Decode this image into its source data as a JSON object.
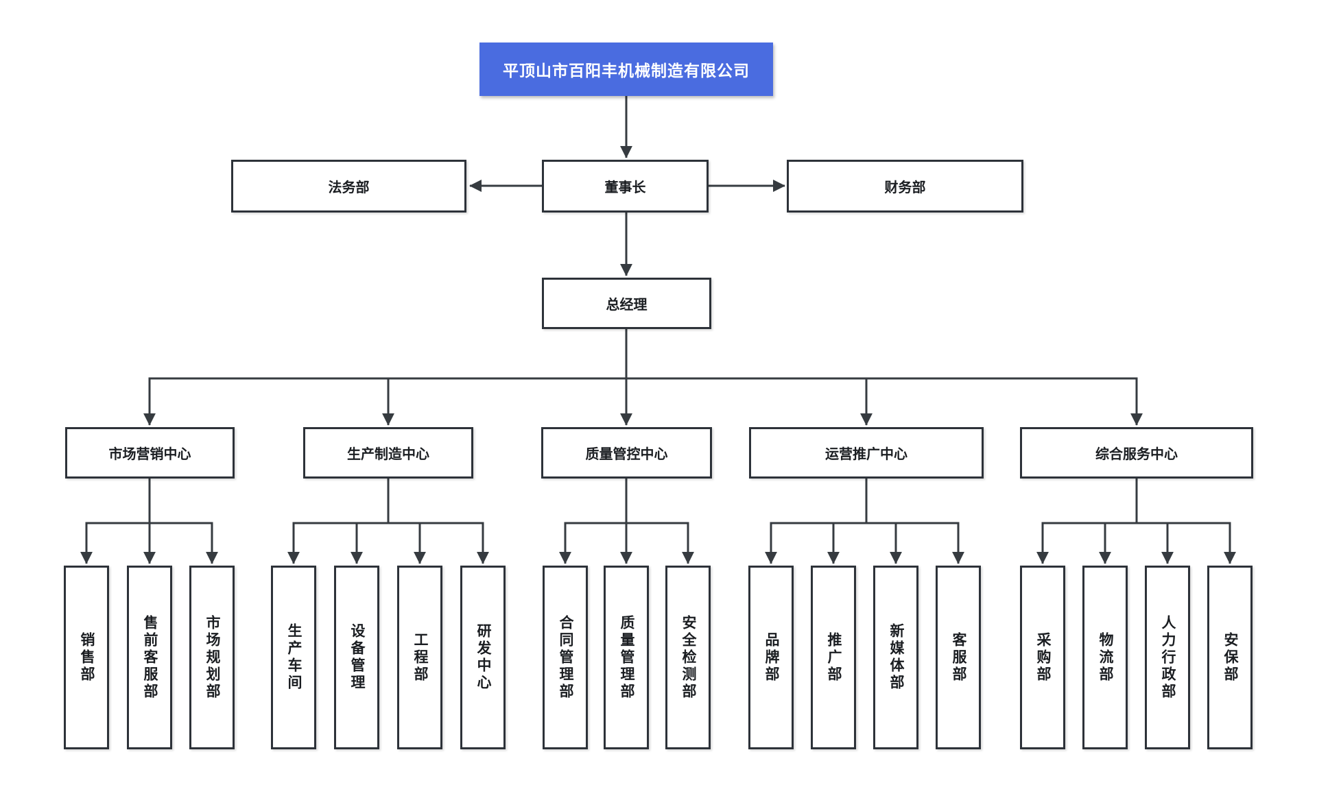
{
  "diagram": {
    "type": "org-chart",
    "colors": {
      "root_bg": "#4a6ce0",
      "root_text": "#ffffff",
      "node_bg": "#ffffff",
      "node_border": "#2d3239",
      "node_text": "#1a1d21",
      "connector": "#363b40"
    },
    "root": {
      "label": "平顶山市百阳丰机械制造有限公司"
    },
    "level2": {
      "legal": "法务部",
      "chairman": "董事长",
      "finance": "财务部"
    },
    "level3": {
      "gm": "总经理"
    },
    "centers": [
      {
        "label": "市场营销中心",
        "departments": [
          "销售部",
          "售前客服部",
          "市场规划部"
        ]
      },
      {
        "label": "生产制造中心",
        "departments": [
          "生产车间",
          "设备管理",
          "工程部",
          "研发中心"
        ]
      },
      {
        "label": "质量管控中心",
        "departments": [
          "合同管理部",
          "质量管理部",
          "安全检测部"
        ]
      },
      {
        "label": "运营推广中心",
        "departments": [
          "品牌部",
          "推广部",
          "新媒体部",
          "客服部"
        ]
      },
      {
        "label": "综合服务中心",
        "departments": [
          "采购部",
          "物流部",
          "人力行政部",
          "安保部"
        ]
      }
    ]
  }
}
